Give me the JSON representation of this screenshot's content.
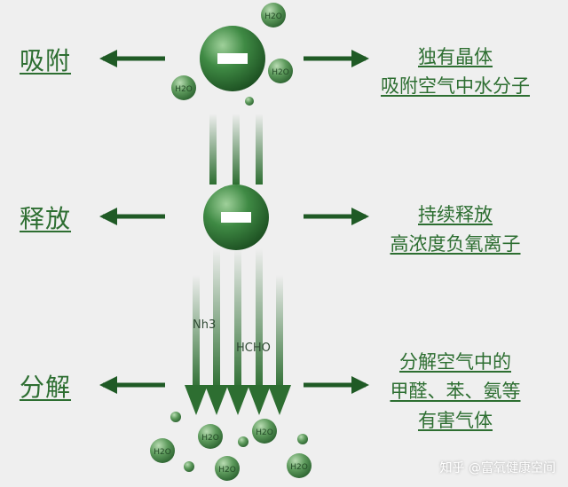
{
  "stages": [
    {
      "label": "吸附",
      "description": [
        "独有晶体",
        "吸附空气中水分子"
      ]
    },
    {
      "label": "释放",
      "description": [
        "持续释放",
        "高浓度负氧离子"
      ]
    },
    {
      "label": "分解",
      "description": [
        "分解空气中的",
        "甲醛、苯、氨等",
        "有害气体"
      ]
    }
  ],
  "molecules": {
    "water": "H2O",
    "ammonia": "Nh3",
    "formaldehyde": "HCHO"
  },
  "ion_symbol": "▬",
  "watermark": "知乎 @富氧健康空间",
  "colors": {
    "green": "#2d6e31",
    "dark_green": "#1f5a25",
    "background": "#efefef"
  }
}
